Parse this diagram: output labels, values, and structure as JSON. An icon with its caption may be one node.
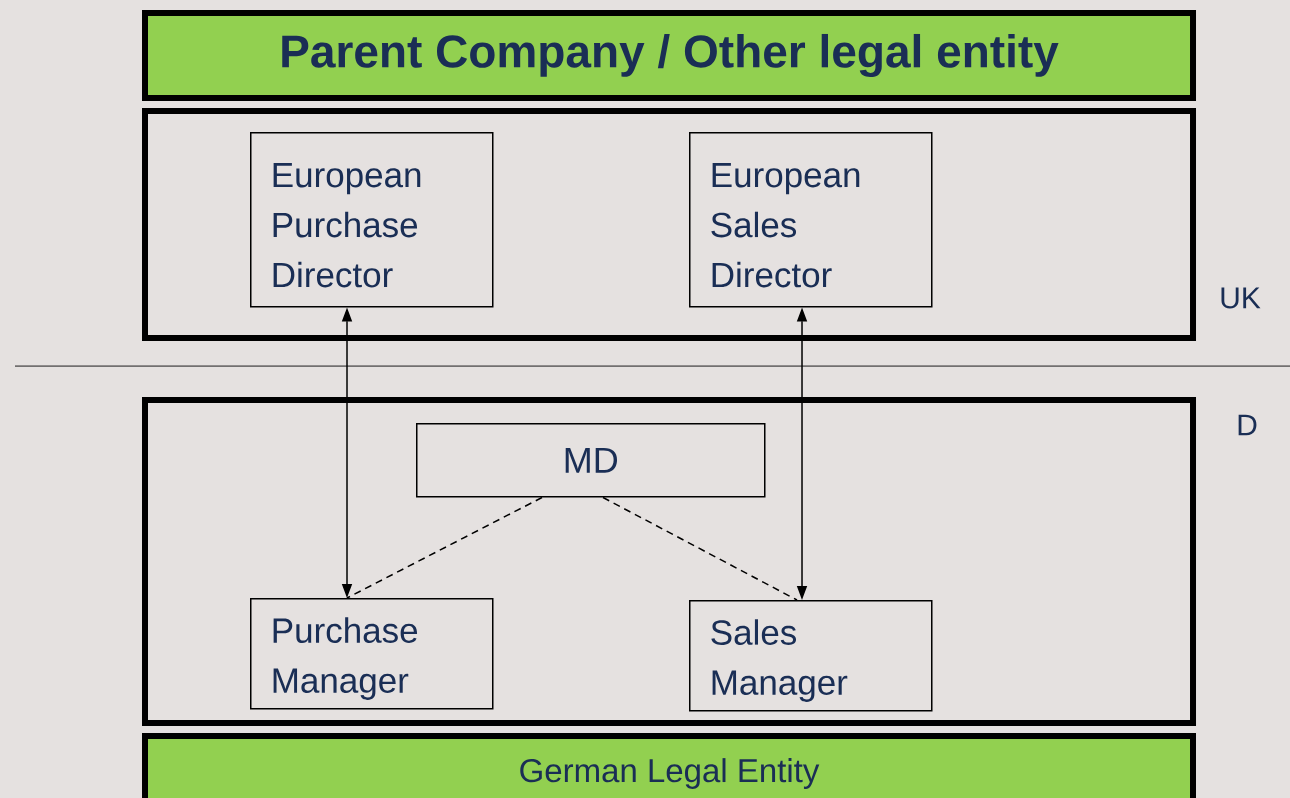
{
  "diagram": {
    "nodes": [
      {
        "text": [
          "Parent Company / Other legal entity"
        ]
      },
      {
        "text": [],
        "shape": "box",
        "beside": [
          "UK"
        ]
      },
      {
        "text": [
          "European Purchase Director"
        ],
        "in": 1
      },
      {
        "text": [
          "European Sales Director"
        ],
        "in": 1
      },
      {
        "text": [],
        "shape": "box",
        "beside": [
          "D"
        ]
      },
      {
        "text": [
          "MD"
        ],
        "in": 4
      },
      {
        "text": [
          "Purchase Manager"
        ],
        "in": 4
      },
      {
        "text": [
          "Sales Manager"
        ],
        "in": 4
      },
      {
        "text": [
          "German Legal Entity"
        ]
      }
    ],
    "edges": [
      {
        "from": 2,
        "to": 6,
        "arrow": "both"
      },
      {
        "from": 3,
        "to": 7,
        "arrow": "both"
      },
      {
        "from": 5,
        "to": 6,
        "arrow": "none",
        "style": "dashed"
      },
      {
        "from": 5,
        "to": 7,
        "arrow": "none",
        "style": "dashed"
      }
    ]
  }
}
